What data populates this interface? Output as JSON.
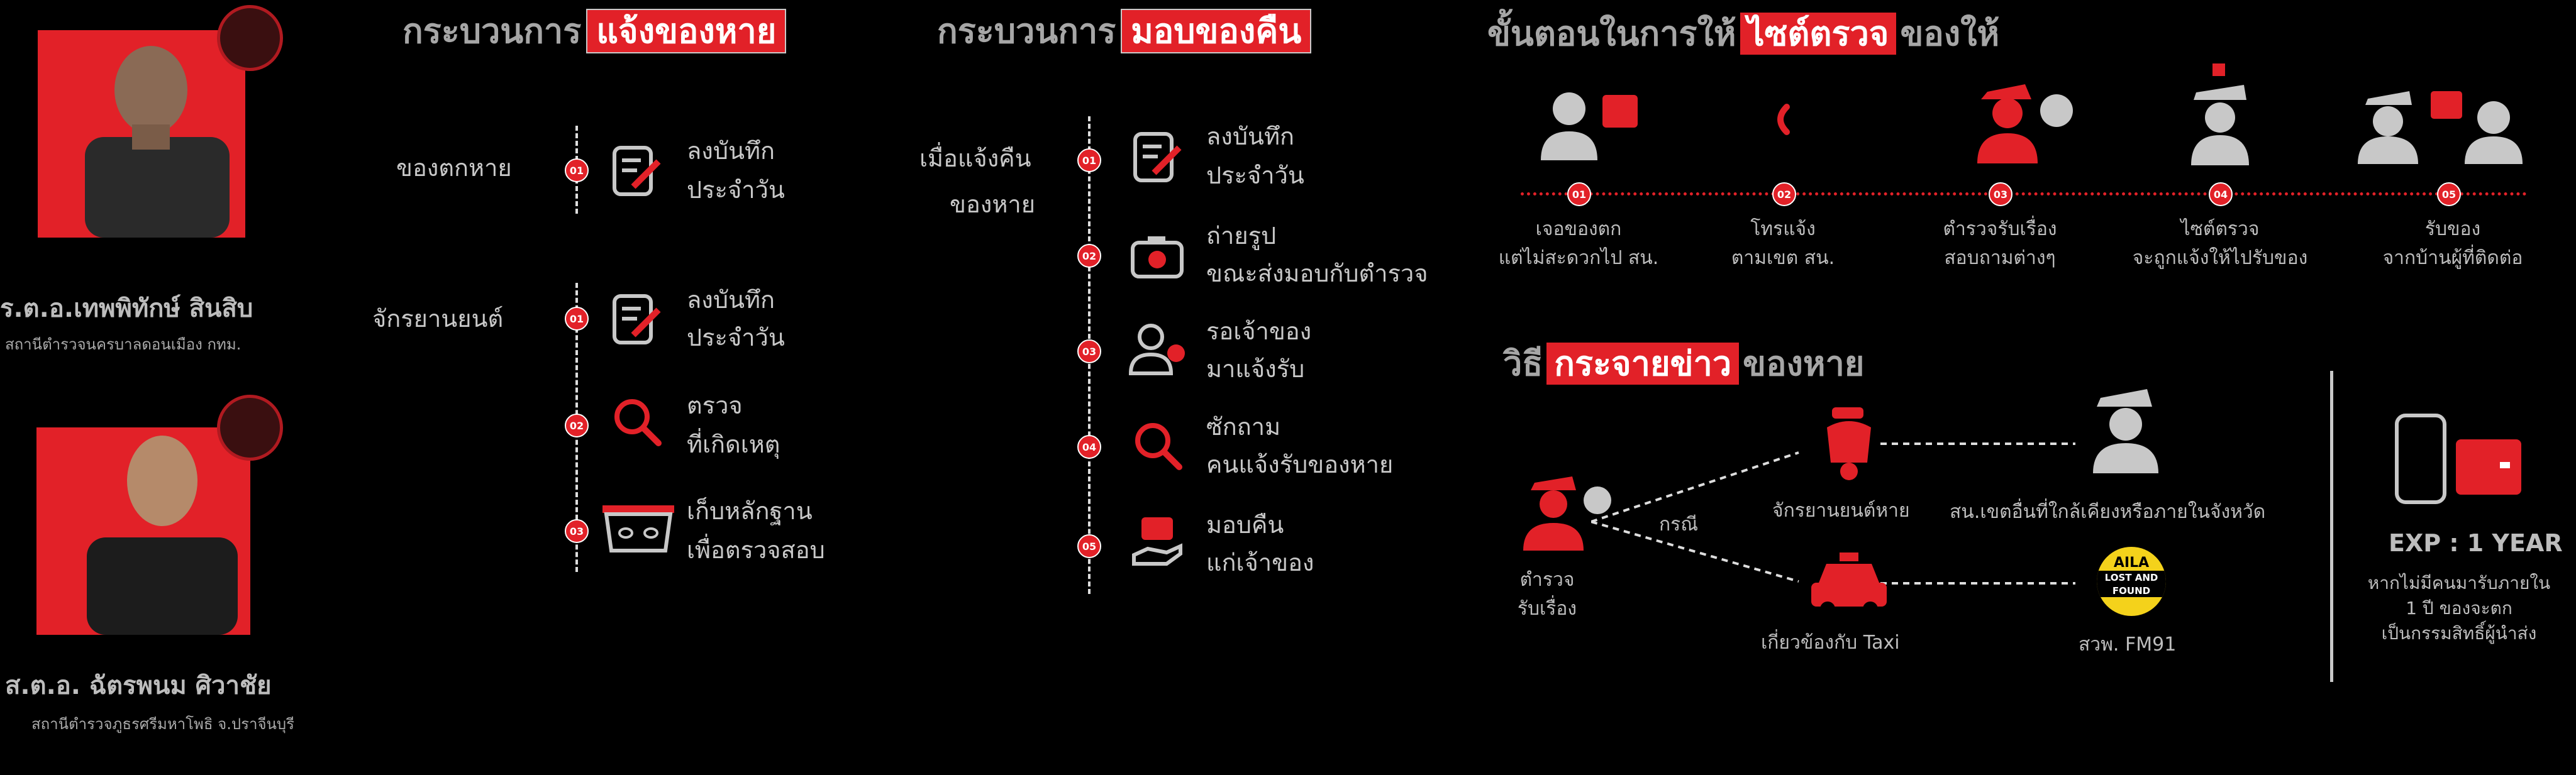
{
  "people": [
    {
      "name": "ร.ต.อ.เทพพิทักษ์ สินสิบ",
      "org": "สถานีตำรวจนครบาลดอนเมือง กทม."
    },
    {
      "name": "ส.ต.อ. ฉัตรพนม ศิวาชัย",
      "org": "สถานีตำรวจภูธรศรีมหาโพธิ จ.ปราจีนบุรี"
    }
  ],
  "report": {
    "title_prefix": "กระบวนการ",
    "title_highlight": "แจ้งของหาย",
    "group1_label": "ของตกหาย",
    "group2_label": "จักรยานยนต์",
    "steps1": [
      {
        "num": "01",
        "line1": "ลงบันทึก",
        "line2": "ประจำวัน"
      }
    ],
    "steps2": [
      {
        "num": "01",
        "line1": "ลงบันทึก",
        "line2": "ประจำวัน"
      },
      {
        "num": "02",
        "line1": "ตรวจ",
        "line2": "ที่เกิดเหตุ"
      },
      {
        "num": "03",
        "line1": "เก็บหลักฐาน",
        "line2": "เพื่อตรวจสอบ"
      }
    ]
  },
  "return": {
    "title_prefix": "กระบวนการ",
    "title_highlight": "มอบของคืน",
    "left_line1": "เมื่อแจ้งคืน",
    "left_line2": "ของหาย",
    "steps": [
      {
        "num": "01",
        "line1": "ลงบันทึก",
        "line2": "ประจำวัน"
      },
      {
        "num": "02",
        "line1": "ถ่ายรูป",
        "line2": "ขณะส่งมอบกับตำรวจ"
      },
      {
        "num": "03",
        "line1": "รอเจ้าของ",
        "line2": "มาแจ้งรับ"
      },
      {
        "num": "04",
        "line1": "ซักถาม",
        "line2": "คนแจ้งรับของหาย"
      },
      {
        "num": "05",
        "line1": "มอบคืน",
        "line2": "แก่เจ้าของ"
      }
    ]
  },
  "steps_section": {
    "title_prefix": "ขั้นตอนในการให้",
    "title_highlight": "ไซต์ตรวจ",
    "title_suffix": "ของให้",
    "steps": [
      {
        "num": "01",
        "line1": "เจอของตก",
        "line2": "แต่ไม่สะดวกไป สน."
      },
      {
        "num": "02",
        "line1": "โทรแจ้ง",
        "line2": "ตามเขต สน."
      },
      {
        "num": "03",
        "line1": "ตำรวจรับเรื่อง",
        "line2": "สอบถามต่างๆ"
      },
      {
        "num": "04",
        "line1": "ไซต์ตรวจ",
        "line2": "จะถูกแจ้งให้ไปรับของ"
      },
      {
        "num": "05",
        "line1": "รับของ",
        "line2": "จากบ้านผู้ที่ติดต่อ"
      }
    ]
  },
  "broadcast": {
    "title_prefix": "วิธี",
    "title_highlight": "กระจายข่าว",
    "title_suffix": "ของหาย",
    "police_line1": "ตำรวจ",
    "police_line2": "รับเรื่อง",
    "case_label": "กรณี",
    "moto_label": "จักรยานยนต์หาย",
    "nearby_label": "สน.เขตอื่นที่ใกล้เคียงหรือภายในจังหวัด",
    "taxi_label": "เกี่ยวข้องกับ Taxi",
    "radio_label": "สวพ. FM91",
    "radio_logo_top": "AILA",
    "radio_logo_mid": "LOST AND",
    "radio_logo_bot": "FOUND"
  },
  "expiry": {
    "title": "EXP : 1 YEAR",
    "line1": "หากไม่มีคนมารับภายใน",
    "line2": "1 ปี ของจะตก",
    "line3": "เป็นกรรมสิทธิ์ผู้นำส่ง"
  },
  "colors": {
    "accent": "#e22128",
    "text": "#c8c8c8"
  }
}
